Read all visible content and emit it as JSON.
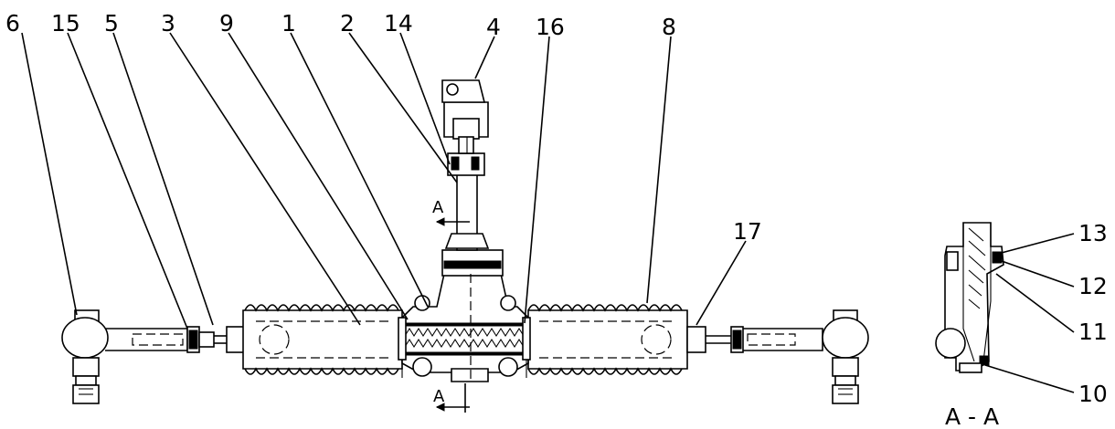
{
  "callouts": [
    "6",
    "15",
    "5",
    "3",
    "9",
    "1",
    "2",
    "14",
    "4",
    "16",
    "8",
    "17",
    "13",
    "12",
    "11",
    "10"
  ],
  "section": {
    "mark": "A",
    "title": "A - A"
  }
}
